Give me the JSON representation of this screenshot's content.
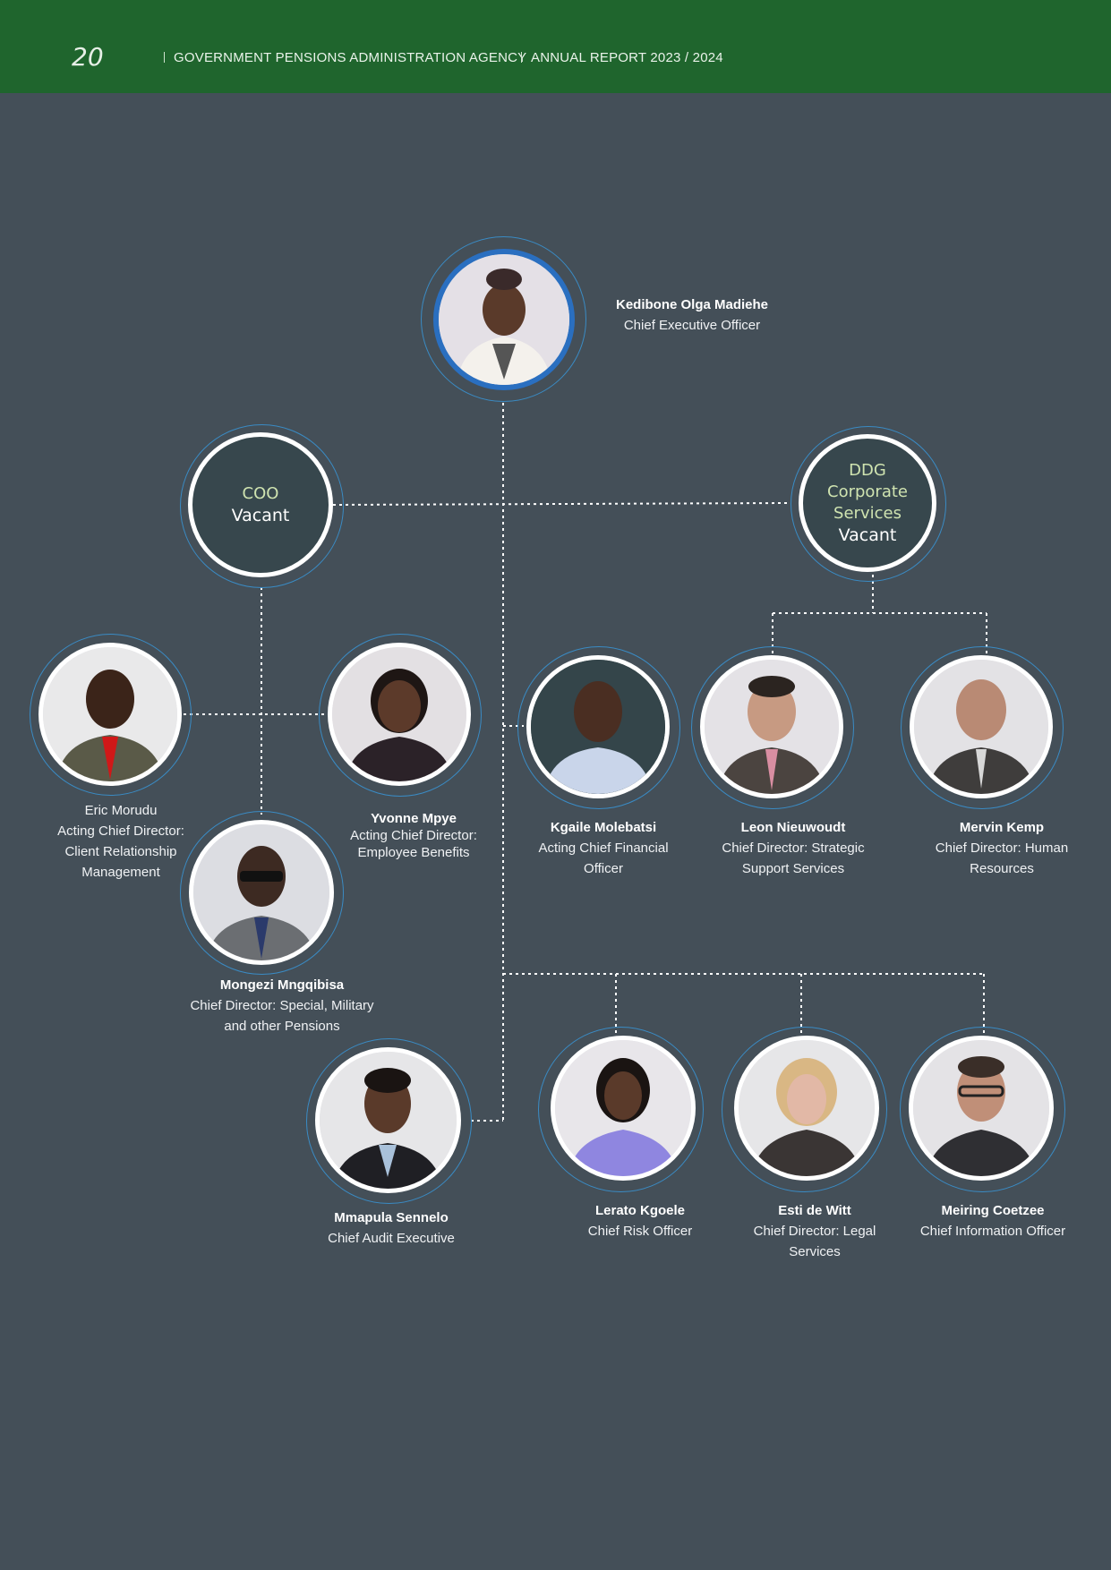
{
  "header": {
    "page_number": "20",
    "organisation": "GOVERNMENT PENSIONS ADMINISTRATION AGENCY",
    "report": "ANNUAL REPORT 2023 / 2024"
  },
  "org_chart": {
    "ceo": {
      "name": "Kedibone Olga  Madiehe",
      "title": "Chief Executive Officer"
    },
    "coo": {
      "role": "COO",
      "status": "Vacant"
    },
    "ddg": {
      "role_line1": "DDG",
      "role_line2": "Corporate",
      "role_line3": "Services",
      "status": "Vacant"
    },
    "members": [
      {
        "name": "Eric Morudu",
        "title_lines": [
          "Acting Chief Director:",
          "Client Relationship",
          "Management"
        ]
      },
      {
        "name": "Yvonne Mpye",
        "title_lines": [
          "Acting Chief Director:",
          "Employee Benefits"
        ]
      },
      {
        "name": "Mongezi Mngqibisa",
        "title_lines": [
          "Chief Director: Special, Military",
          "and other Pensions"
        ]
      },
      {
        "name": "Kgaile Molebatsi",
        "title_lines": [
          "Acting Chief Financial",
          "Officer"
        ]
      },
      {
        "name": "Leon Nieuwoudt",
        "title_lines": [
          "Chief Director: Strategic",
          "Support Services"
        ]
      },
      {
        "name": "Mervin Kemp",
        "title_lines": [
          "Chief Director: Human",
          "Resources"
        ]
      },
      {
        "name": "Mmapula Sennelo",
        "title_lines": [
          "Chief Audit Executive"
        ]
      },
      {
        "name": "Lerato Kgoele",
        "title_lines": [
          "Chief Risk Officer"
        ]
      },
      {
        "name": "Esti de Witt",
        "title_lines": [
          "Chief Director: Legal",
          "Services"
        ]
      },
      {
        "name": "Meiring Coetzee",
        "title_lines": [
          "Chief Information Officer"
        ]
      }
    ]
  },
  "colors": {
    "header_green": "#1f652d",
    "background": "#444f58",
    "ring_blue": "#3a8bc4",
    "vacant_role": "#cfe3b0"
  }
}
